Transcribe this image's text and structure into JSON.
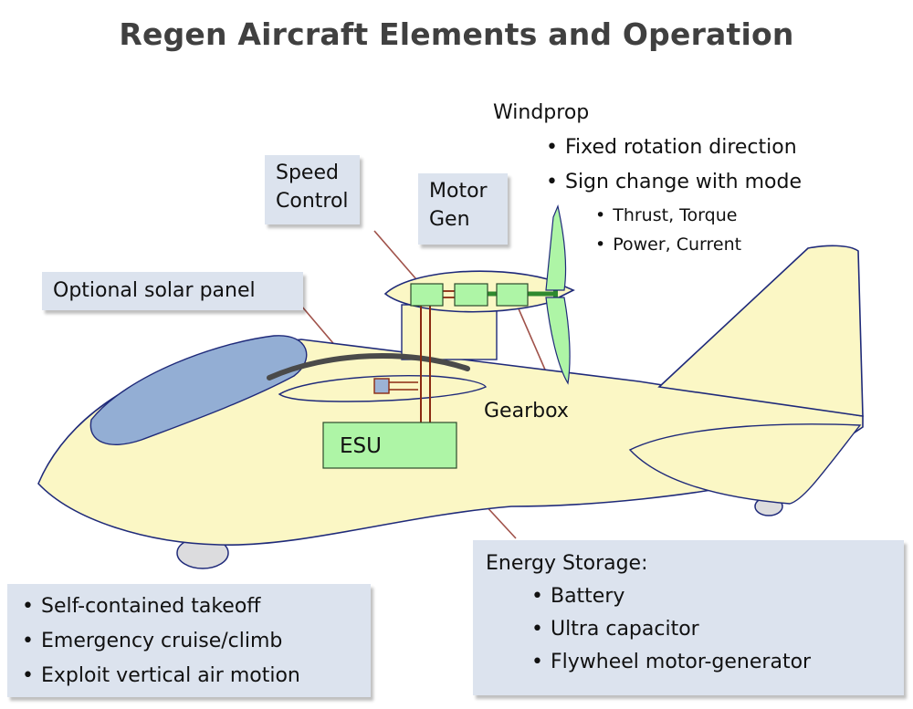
{
  "title": "Regen Aircraft Elements and Operation",
  "labels": {
    "speed_control": [
      "Speed",
      "Control"
    ],
    "motor_gen": [
      "Motor",
      "Gen"
    ],
    "solar_panel": "Optional solar panel",
    "esu": "ESU",
    "gearbox": "Gearbox"
  },
  "windprop": {
    "heading": "Windprop",
    "bullets": [
      "Fixed rotation direction",
      "Sign change with mode"
    ],
    "sub_bullets": [
      "Thrust, Torque",
      "Power, Current"
    ]
  },
  "energy_storage": {
    "heading": "Energy Storage:",
    "items": [
      "Battery",
      "Ultra capacitor",
      "Flywheel motor-generator"
    ]
  },
  "capabilities": [
    "Self-contained takeoff",
    "Emergency cruise/climb",
    "Exploit vertical air motion"
  ],
  "colors": {
    "fuselage": "#fbf7c5",
    "outline": "#1f2a7a",
    "canopy": "#93aed4",
    "component": "#aef5a6",
    "wiring": "#8b2a12",
    "callout_bg": "#dce3ee",
    "title": "#404040"
  }
}
